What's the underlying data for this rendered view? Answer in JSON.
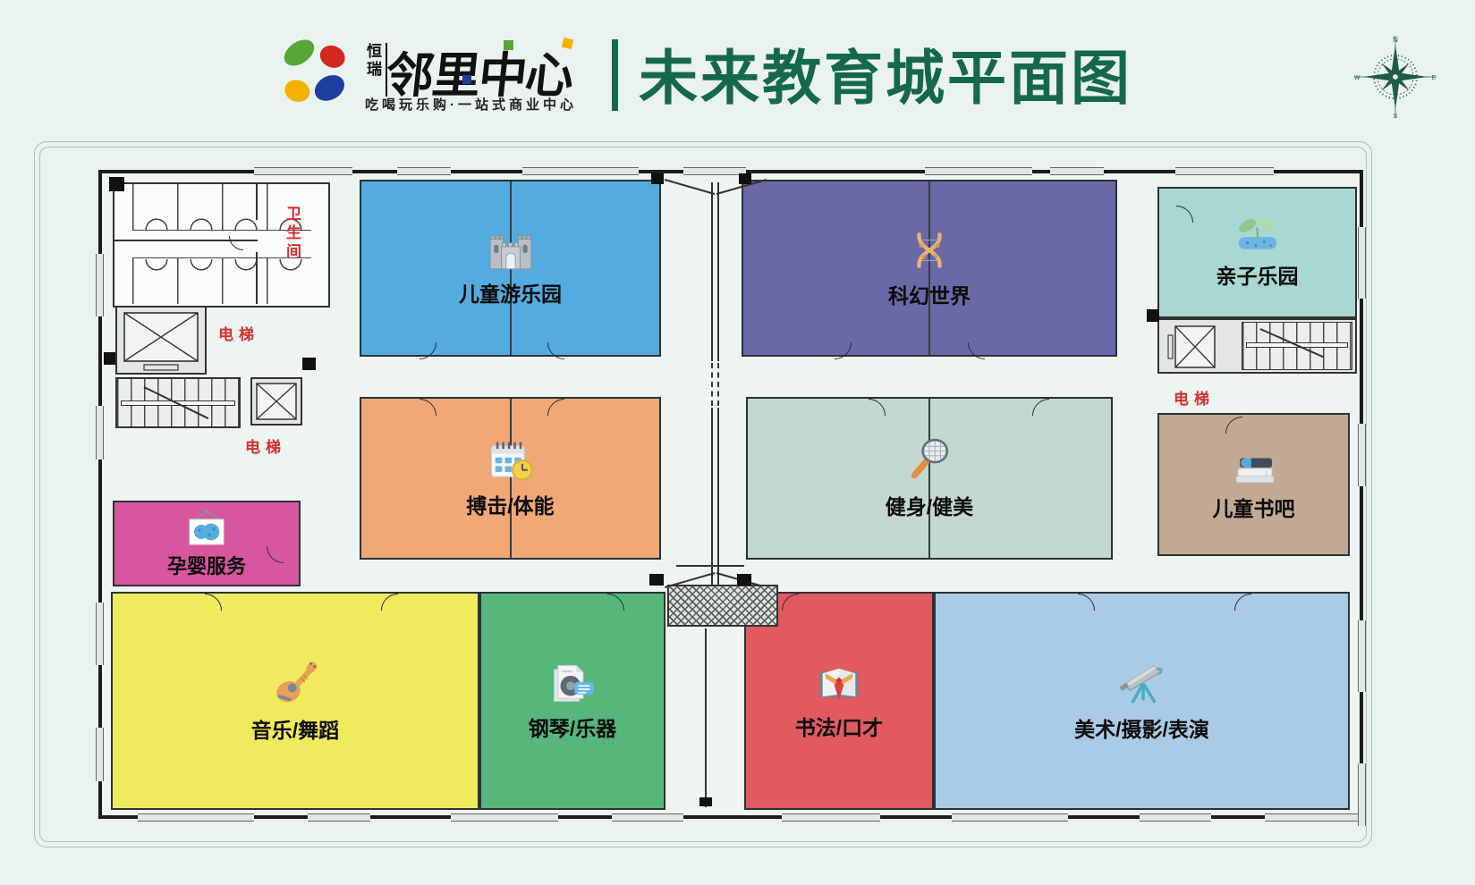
{
  "header": {
    "logo": {
      "vertical_name": "恒瑞",
      "name": "邻里中心",
      "tagline": "吃喝玩乐购·一站式商业中心"
    },
    "title": "未来教育城平面图"
  },
  "compass": {
    "n": "N",
    "e": "E",
    "s": "S",
    "w": "W"
  },
  "colors": {
    "title_green": "#15694a",
    "facility_red": "#d42f2f",
    "logo_green": "#57a735",
    "logo_red": "#d5281e",
    "logo_yellow": "#f3b200",
    "logo_blue": "#1e3e9d"
  },
  "plan": {
    "facilities": {
      "restroom": "卫生间",
      "elevator": "电梯"
    },
    "rooms": [
      {
        "id": "kids-playground",
        "label": "儿童游乐园",
        "icon": "castle-icon",
        "color": "#54abdf"
      },
      {
        "id": "scifi-world",
        "label": "科幻世界",
        "icon": "dna-icon",
        "color": "#6a69a7"
      },
      {
        "id": "parent-child-park",
        "label": "亲子乐园",
        "icon": "sprout-icon",
        "color": "#a9d7d2"
      },
      {
        "id": "boxing-fitness",
        "label": "搏击/体能",
        "icon": "calendar-clock-icon",
        "color": "#efa876"
      },
      {
        "id": "gym-bodybuilding",
        "label": "健身/健美",
        "icon": "tennis-racket-icon",
        "color": "#c4d8d2"
      },
      {
        "id": "kids-book-bar",
        "label": "儿童书吧",
        "icon": "books-icon",
        "color": "#c2aa92"
      },
      {
        "id": "maternity-baby-services",
        "label": "孕婴服务",
        "icon": "pool-frame-icon",
        "color": "#d8569f"
      },
      {
        "id": "music-dance",
        "label": "音乐/舞蹈",
        "icon": "guitar-icon",
        "color": "#f0ea5e"
      },
      {
        "id": "piano-instruments",
        "label": "钢琴/乐器",
        "icon": "music-doc-icon",
        "color": "#57b77b"
      },
      {
        "id": "calligraphy-speech",
        "label": "书法/口才",
        "icon": "open-book-icon",
        "color": "#e05a60"
      },
      {
        "id": "art-photography-performance",
        "label": "美术/摄影/表演",
        "icon": "telescope-icon",
        "color": "#a9cbe6"
      }
    ]
  }
}
